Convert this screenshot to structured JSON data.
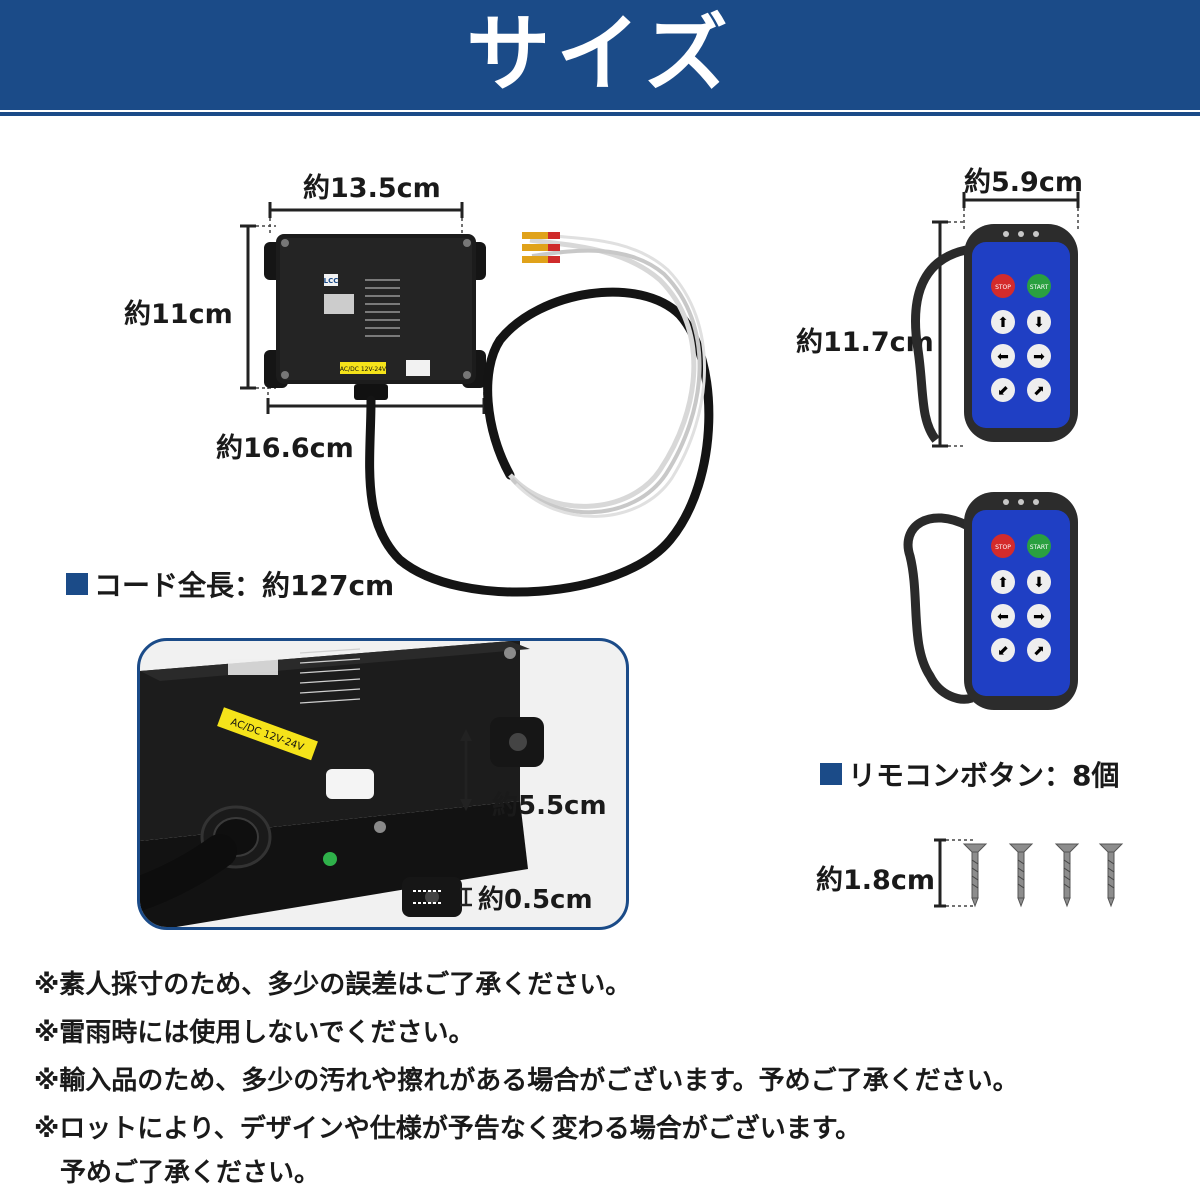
{
  "header": {
    "title": "サイズ"
  },
  "controller": {
    "width_label": "約13.5cm",
    "height_label": "約11cm",
    "total_width_label": "約16.6cm",
    "brand": "LCC",
    "voltage_label": "AC/DC 12V-24V",
    "cord_label": "コード全長：約127cm"
  },
  "remote": {
    "width_label": "約5.9cm",
    "height_label": "約11.7cm",
    "buttons_label": "リモコンボタン：8個",
    "stop_label": "STOP",
    "start_label": "START"
  },
  "inset": {
    "depth_label": "約5.5cm",
    "tab_label": "約0.5cm",
    "voltage_label": "AC/DC 12V-24V"
  },
  "screws": {
    "length_label": "約1.8cm"
  },
  "notes": [
    "※素人採寸のため、多少の誤差はご了承ください。",
    "※雷雨時には使用しないでください。",
    "※輸入品のため、多少の汚れや擦れがある場合がございます。予めご了承ください。",
    "※ロットにより、デザインや仕様が予告なく変わる場合がございます。",
    "　予めご了承ください。"
  ],
  "colors": {
    "brand_blue": "#1b4b88",
    "remote_blue": "#1f3fc4",
    "stop_red": "#d42b2b",
    "start_green": "#2aa040"
  }
}
